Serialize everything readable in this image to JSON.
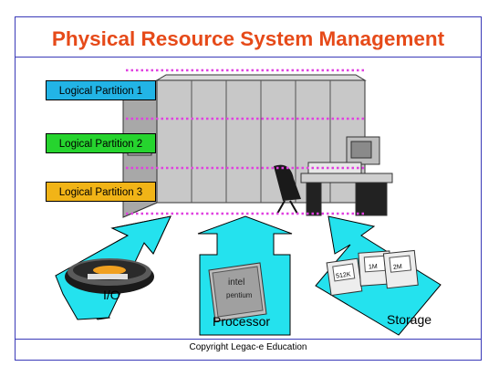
{
  "title": "Physical Resource System Management",
  "partitions": [
    "Logical Partition 1",
    "Logical Partition 2",
    "Logical Partition 3"
  ],
  "resources": {
    "io": "I/O",
    "processor": "Processor",
    "storage": "Storage"
  },
  "chip_text": {
    "brand": "intel",
    "model": "pentium"
  },
  "footer": "Copyright Legac-e Education",
  "colors": {
    "title": "#e64a19",
    "partition_1": "#22b4e6",
    "partition_2": "#26d42e",
    "partition_3": "#f1b417",
    "arrow": "#24e2ee",
    "dotted_line": "#e040e0"
  }
}
